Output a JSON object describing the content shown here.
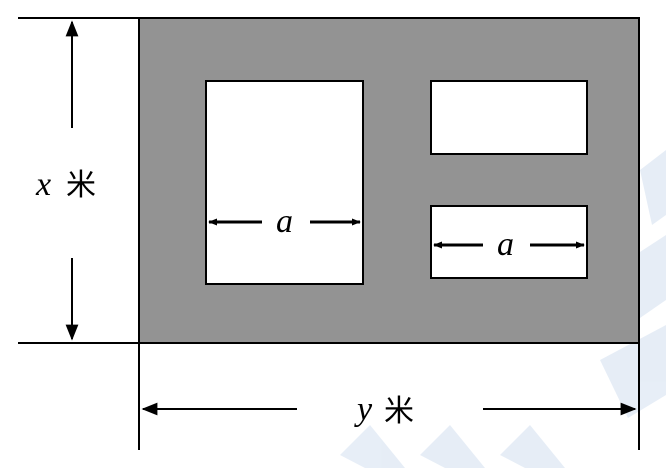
{
  "labels": {
    "x_var": "x",
    "x_unit": "米",
    "y_var": "y",
    "y_unit": "米",
    "a_left": "a",
    "a_right": "a"
  },
  "colors": {
    "field": "#939393",
    "window": "#ffffff",
    "stroke": "#000000",
    "watermark": "#e4ecf6"
  }
}
